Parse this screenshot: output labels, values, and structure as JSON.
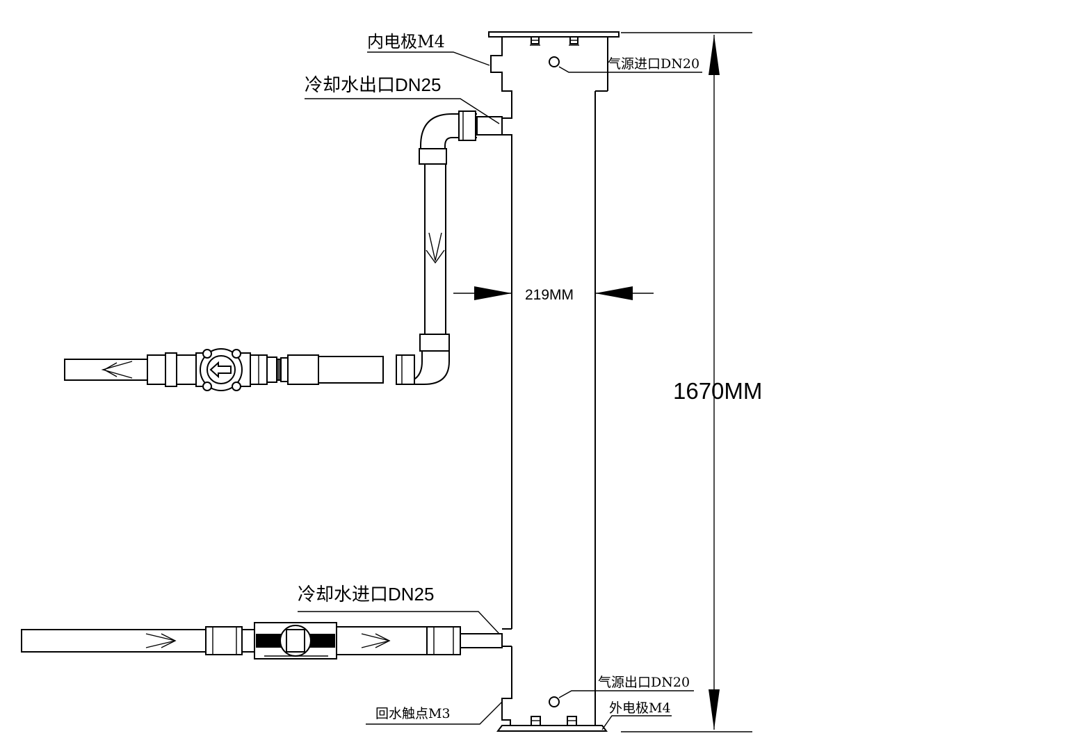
{
  "labels": {
    "inner_electrode": "内电极M4",
    "coolant_outlet": "冷却水出口DN25",
    "gas_inlet": "气源进口DN20",
    "width_dim": "219MM",
    "height_dim": "1670MM",
    "coolant_inlet": "冷却水进口DN25",
    "gas_outlet": "气源出口DN20",
    "outer_electrode": "外电极M4",
    "return_contact": "回水触点M3"
  },
  "colors": {
    "line": "#000000",
    "background": "#ffffff"
  },
  "icons": {
    "flow_arrow_down": "down-arrow-icon",
    "flow_arrow_left": "left-arrow-icon",
    "flow_arrow_right": "right-arrow-icon",
    "flow_meter": "flow-meter-icon",
    "ball_valve": "ball-valve-icon"
  }
}
